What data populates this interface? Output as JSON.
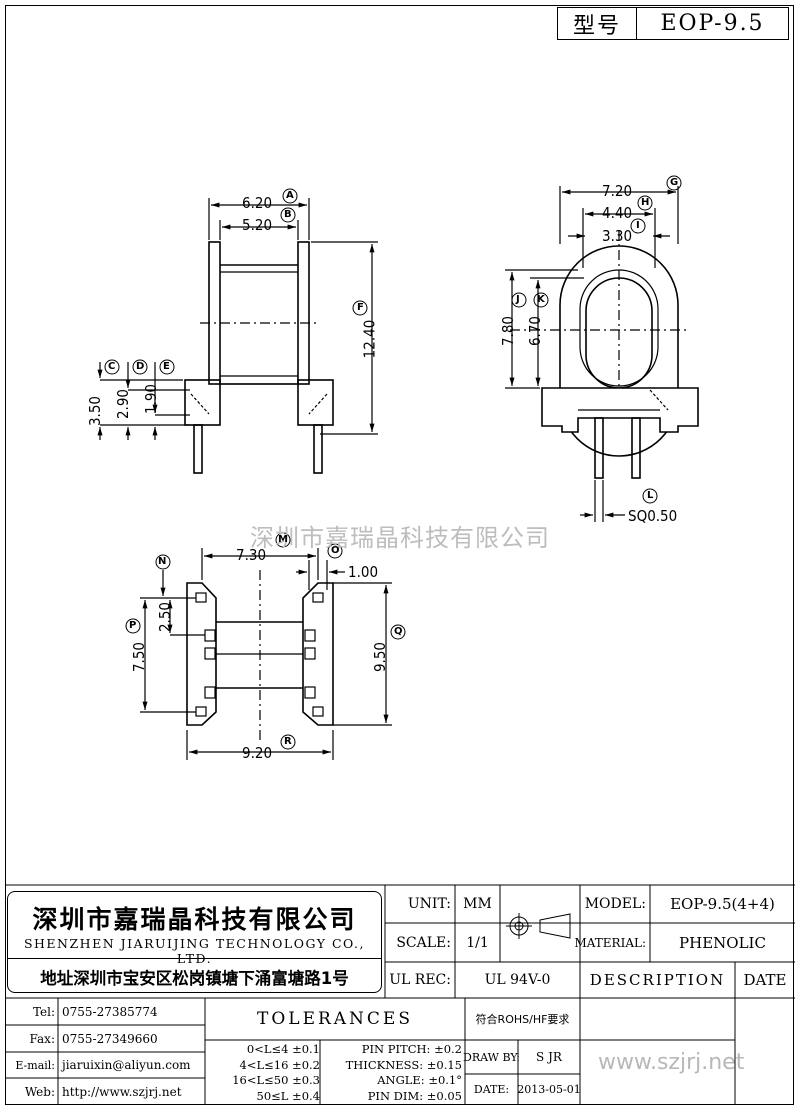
{
  "header": {
    "type_label": "型号",
    "model": "EOP-9.5"
  },
  "watermark": "深圳市嘉瑞晶科技有限公司",
  "dimensions": {
    "A": "6.20",
    "B": "5.20",
    "C": "3.50",
    "D": "2.90",
    "E": "1.90",
    "F": "12.40",
    "G": "7.20",
    "H": "4.40",
    "I": "3.30",
    "J": "7.80",
    "K": "6.70",
    "L": "SQ0.50",
    "M": "7.30",
    "N": "",
    "O": "1.00",
    "P": "2.50",
    "P2": "7.50",
    "Q": "9.50",
    "R": "9.20"
  },
  "callouts": [
    "A",
    "B",
    "C",
    "D",
    "E",
    "F",
    "G",
    "H",
    "I",
    "J",
    "K",
    "L",
    "M",
    "N",
    "O",
    "P",
    "Q",
    "R"
  ],
  "company": {
    "name_cn": "深圳市嘉瑞晶科技有限公司",
    "name_en": "SHENZHEN JIARUIJING TECHNOLOGY CO., LTD.",
    "address": "地址深圳市宝安区松岗镇塘下涌富塘路1号"
  },
  "title_block": {
    "unit_label": "UNIT:",
    "unit": "MM",
    "scale_label": "SCALE:",
    "scale": "1/1",
    "ulrec_label": "UL REC:",
    "ulrec": "UL 94V-0",
    "model_label": "MODEL:",
    "model": "EOP-9.5(4+4)",
    "material_label": "MATERIAL:",
    "material": "PHENOLIC",
    "description": "DESCRIPTION",
    "date_header": "DATE",
    "tel_label": "Tel:",
    "tel": "0755-27385774",
    "fax_label": "Fax:",
    "fax": "0755-27349660",
    "email_label": "E-mail:",
    "email": "jiaruixin@aliyun.com",
    "web_label": "Web:",
    "web": "http://www.szjrj.net",
    "tolerances_title": "TOLERANCES",
    "tol_rows": [
      "0<L≤4 ±0.1",
      "4<L≤16 ±0.2",
      "16<L≤50 ±0.3",
      "50≤L ±0.4"
    ],
    "tol_rows2": [
      "PIN PITCH: ±0.2",
      "THICKNESS: ±0.15",
      "ANGLE: ±0.1°",
      "PIN DIM: ±0.05"
    ],
    "rohs": "符合ROHS/HF要求",
    "draw_by_label": "DRAW BY:",
    "draw_by": "S JR",
    "date_label": "DATE:",
    "date": "2013-05-01",
    "site": "www.szjrj.net"
  }
}
